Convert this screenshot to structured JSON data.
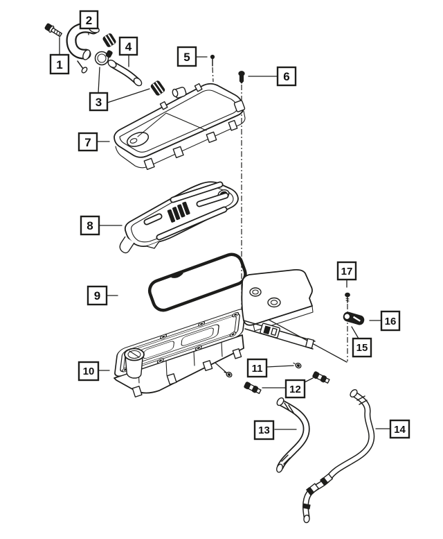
{
  "diagram": {
    "background": "#ffffff",
    "line_color": "#1d1d1b",
    "type": "exploded-parts-diagram",
    "callouts": [
      {
        "label": "1"
      },
      {
        "label": "2"
      },
      {
        "label": "3"
      },
      {
        "label": "4"
      },
      {
        "label": "5"
      },
      {
        "label": "6"
      },
      {
        "label": "7"
      },
      {
        "label": "8"
      },
      {
        "label": "9"
      },
      {
        "label": "10"
      },
      {
        "label": "11"
      },
      {
        "label": "12"
      },
      {
        "label": "13"
      },
      {
        "label": "14"
      },
      {
        "label": "15"
      },
      {
        "label": "16"
      },
      {
        "label": "17"
      }
    ]
  }
}
